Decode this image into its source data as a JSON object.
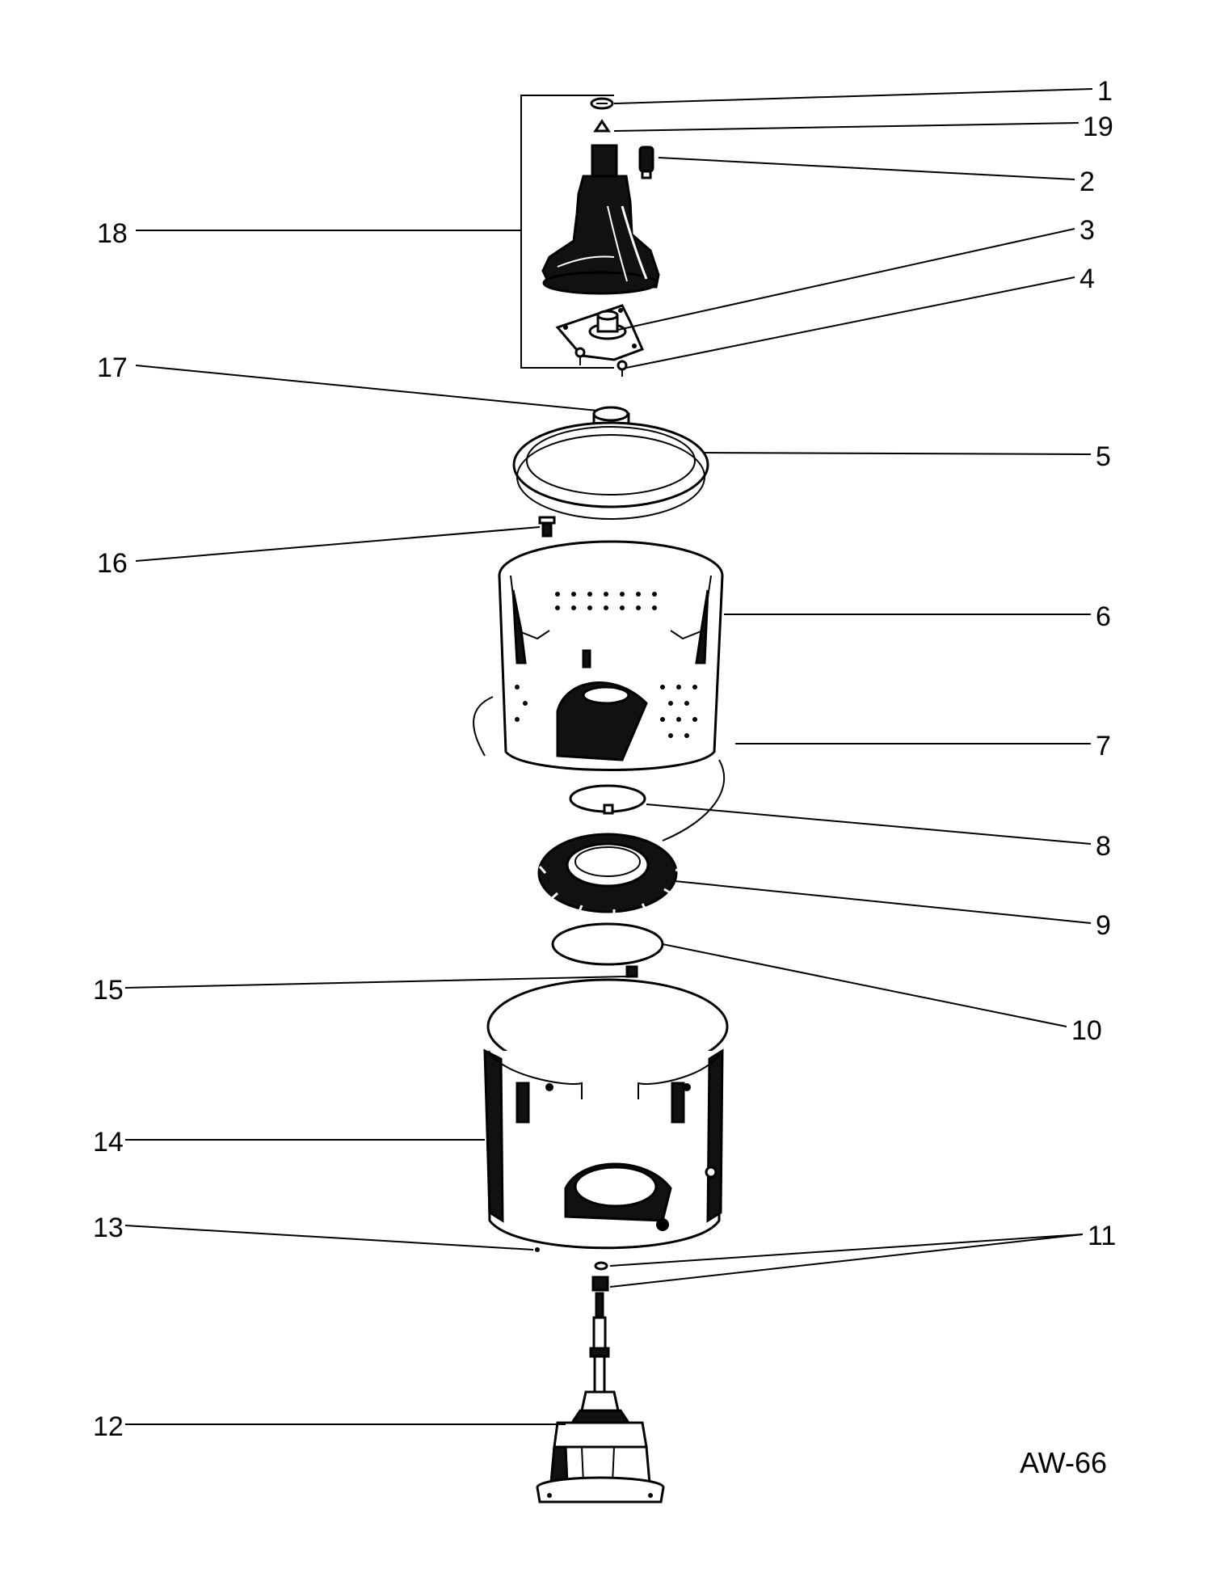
{
  "drawing_code": "AW-66",
  "callouts": [
    {
      "id": "1",
      "label": "1"
    },
    {
      "id": "19",
      "label": "19"
    },
    {
      "id": "2",
      "label": "2"
    },
    {
      "id": "3",
      "label": "3"
    },
    {
      "id": "4",
      "label": "4"
    },
    {
      "id": "5",
      "label": "5"
    },
    {
      "id": "6",
      "label": "6"
    },
    {
      "id": "7",
      "label": "7"
    },
    {
      "id": "8",
      "label": "8"
    },
    {
      "id": "9",
      "label": "9"
    },
    {
      "id": "10",
      "label": "10"
    },
    {
      "id": "11",
      "label": "11"
    },
    {
      "id": "12",
      "label": "12"
    },
    {
      "id": "13",
      "label": "13"
    },
    {
      "id": "14",
      "label": "14"
    },
    {
      "id": "15",
      "label": "15"
    },
    {
      "id": "16",
      "label": "16"
    },
    {
      "id": "17",
      "label": "17"
    },
    {
      "id": "18",
      "label": "18"
    }
  ]
}
